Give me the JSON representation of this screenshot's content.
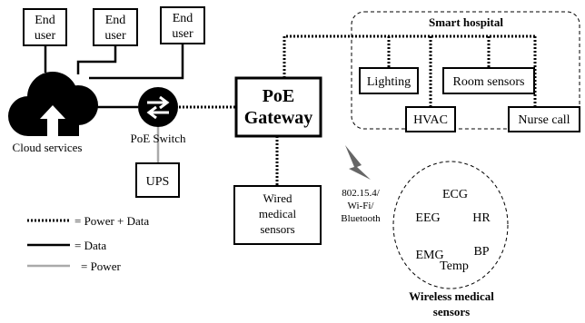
{
  "end_users": [
    {
      "line1": "End",
      "line2": "user"
    },
    {
      "line1": "End",
      "line2": "user"
    },
    {
      "line1": "End",
      "line2": "user"
    }
  ],
  "cloud": {
    "label": "Cloud services"
  },
  "poe_switch": {
    "label": "PoE Switch"
  },
  "ups": {
    "label": "UPS"
  },
  "gateway": {
    "line1": "PoE",
    "line2": "Gateway"
  },
  "smart_hospital": {
    "title": "Smart hospital",
    "lighting": "Lighting",
    "room_sensors": "Room sensors",
    "hvac": "HVAC",
    "nurse_call": "Nurse call"
  },
  "wired_sensors": {
    "line1": "Wired",
    "line2": "medical",
    "line3": "sensors"
  },
  "wireless_link": {
    "line1": "802.15.4/",
    "line2": "Wi-Fi/",
    "line3": "Bluetooth"
  },
  "wireless_sensors": {
    "items": [
      "ECG",
      "EEG",
      "HR",
      "EMG",
      "BP",
      "Temp"
    ],
    "caption_line1": "Wireless medical",
    "caption_line2": "sensors"
  },
  "legend": {
    "power_data": "= Power + Data",
    "data": "= Data",
    "power": "= Power"
  },
  "colors": {
    "power_line": "#aaaaaa",
    "line": "#000000"
  }
}
